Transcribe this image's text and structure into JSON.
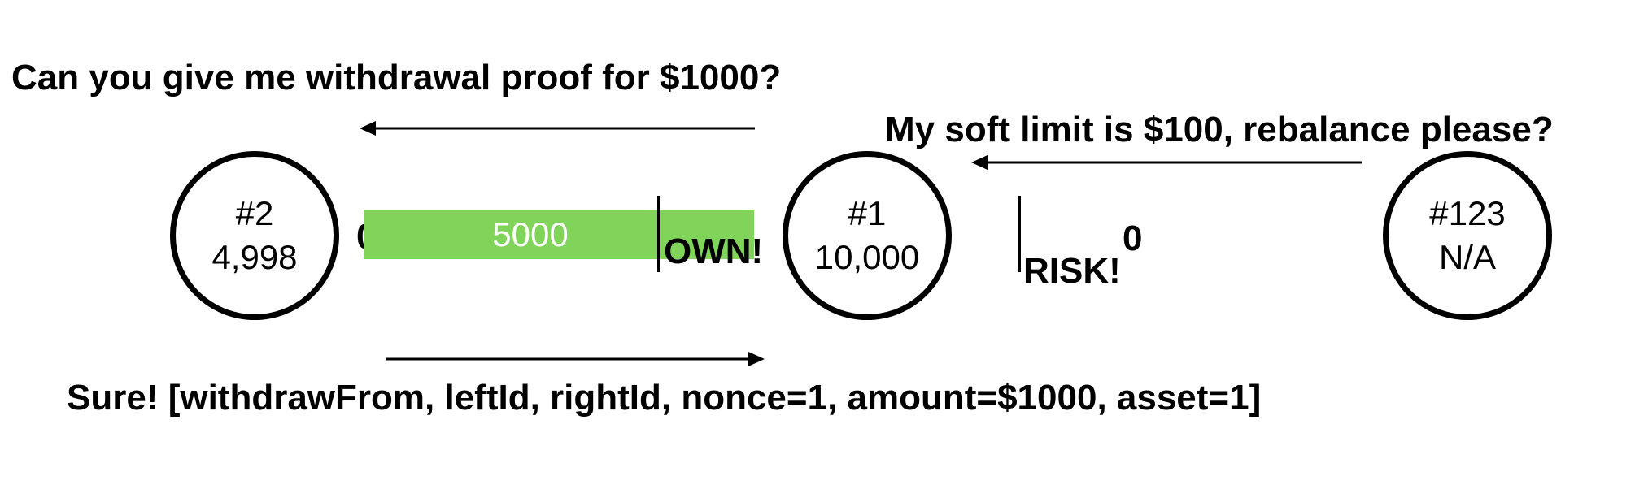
{
  "messages": {
    "request_withdrawal": "Can you give me withdrawal proof for $1000?",
    "soft_limit": "My soft limit is $100, rebalance please?",
    "response": "Sure! [withdrawFrom, leftId, rightId, nonce=1, amount=$1000, asset=1]"
  },
  "nodes": [
    {
      "id": "#2",
      "value": "4,998"
    },
    {
      "id": "#1",
      "value": "10,000"
    },
    {
      "id": "#123",
      "value": "N/A"
    }
  ],
  "channel_left": {
    "start_label": "0",
    "bar_label": "5000",
    "own_label": "OWN!",
    "bar_color": "#80d45a"
  },
  "channel_right": {
    "risk_label": "RISK!",
    "zero_label": "0"
  }
}
